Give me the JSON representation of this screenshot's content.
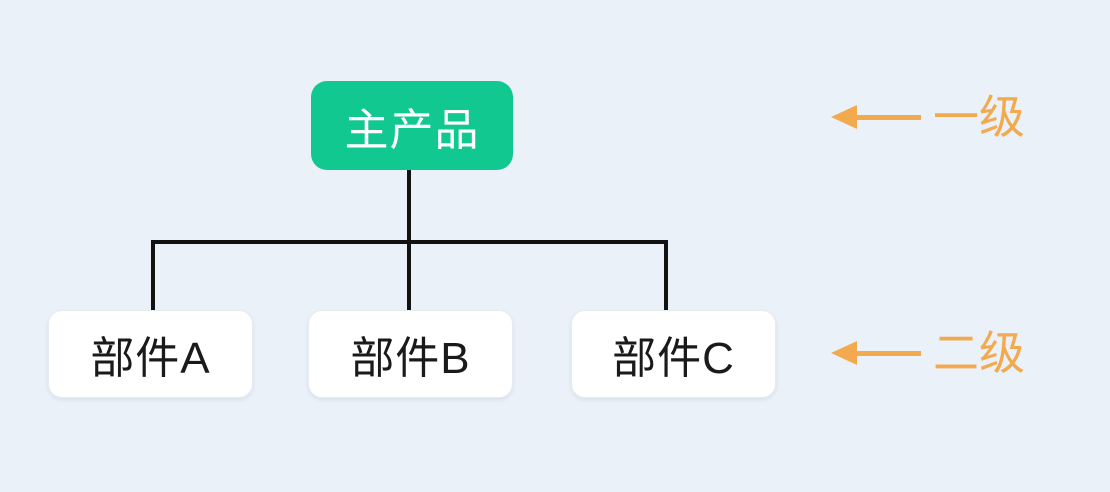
{
  "diagram": {
    "root": {
      "label": "主产品"
    },
    "children": [
      {
        "label": "部件A"
      },
      {
        "label": "部件B"
      },
      {
        "label": "部件C"
      }
    ]
  },
  "annotations": {
    "level1": {
      "label": "一级"
    },
    "level2": {
      "label": "二级"
    }
  },
  "colors": {
    "background": "#EAF1F9",
    "root_node_fill": "#11C890",
    "root_node_text": "#FFFFFF",
    "child_node_fill": "#FFFFFF",
    "child_node_text": "#1A1A1A",
    "connector": "#121212",
    "annotation_accent": "#F3AA4E"
  }
}
